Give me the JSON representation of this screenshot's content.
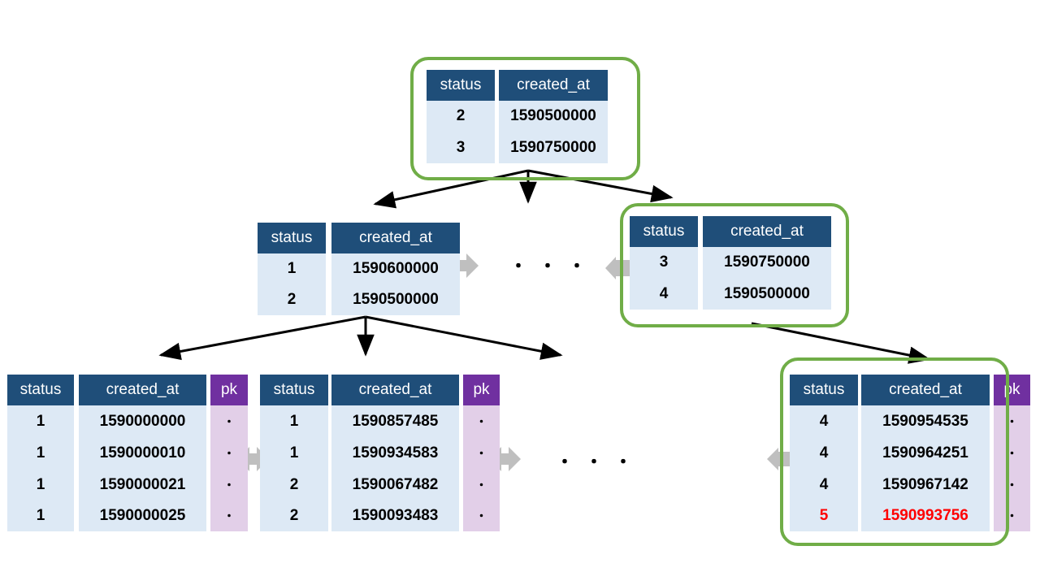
{
  "headers": {
    "status": "status",
    "created_at": "created_at",
    "pk": "pk"
  },
  "ellipsis": "・・・",
  "pk_dot": "・",
  "colors": {
    "header": "#1f4e79",
    "body": "#dde9f5",
    "pk_header": "#7030a0",
    "pk_body": "#e2cfe8",
    "highlight_box": "#70ad47",
    "highlight_text": "#ff0000",
    "arrow": "#000000",
    "link_arrow": "#bfbfbf"
  },
  "root": {
    "rows": [
      {
        "status": "2",
        "created_at": "1590500000"
      },
      {
        "status": "3",
        "created_at": "1590750000"
      }
    ]
  },
  "mid_left": {
    "rows": [
      {
        "status": "1",
        "created_at": "1590600000"
      },
      {
        "status": "2",
        "created_at": "1590500000"
      }
    ]
  },
  "mid_right": {
    "rows": [
      {
        "status": "3",
        "created_at": "1590750000"
      },
      {
        "status": "4",
        "created_at": "1590500000"
      }
    ]
  },
  "leaf1": {
    "rows": [
      {
        "status": "1",
        "created_at": "1590000000"
      },
      {
        "status": "1",
        "created_at": "1590000010"
      },
      {
        "status": "1",
        "created_at": "1590000021"
      },
      {
        "status": "1",
        "created_at": "1590000025"
      }
    ]
  },
  "leaf2": {
    "rows": [
      {
        "status": "1",
        "created_at": "1590857485"
      },
      {
        "status": "1",
        "created_at": "1590934583"
      },
      {
        "status": "2",
        "created_at": "1590067482"
      },
      {
        "status": "2",
        "created_at": "1590093483"
      }
    ]
  },
  "leaf3": {
    "rows": [
      {
        "status": "4",
        "created_at": "1590954535"
      },
      {
        "status": "4",
        "created_at": "1590964251"
      },
      {
        "status": "4",
        "created_at": "1590967142"
      },
      {
        "status": "5",
        "created_at": "1590993756",
        "highlight": true
      }
    ]
  }
}
